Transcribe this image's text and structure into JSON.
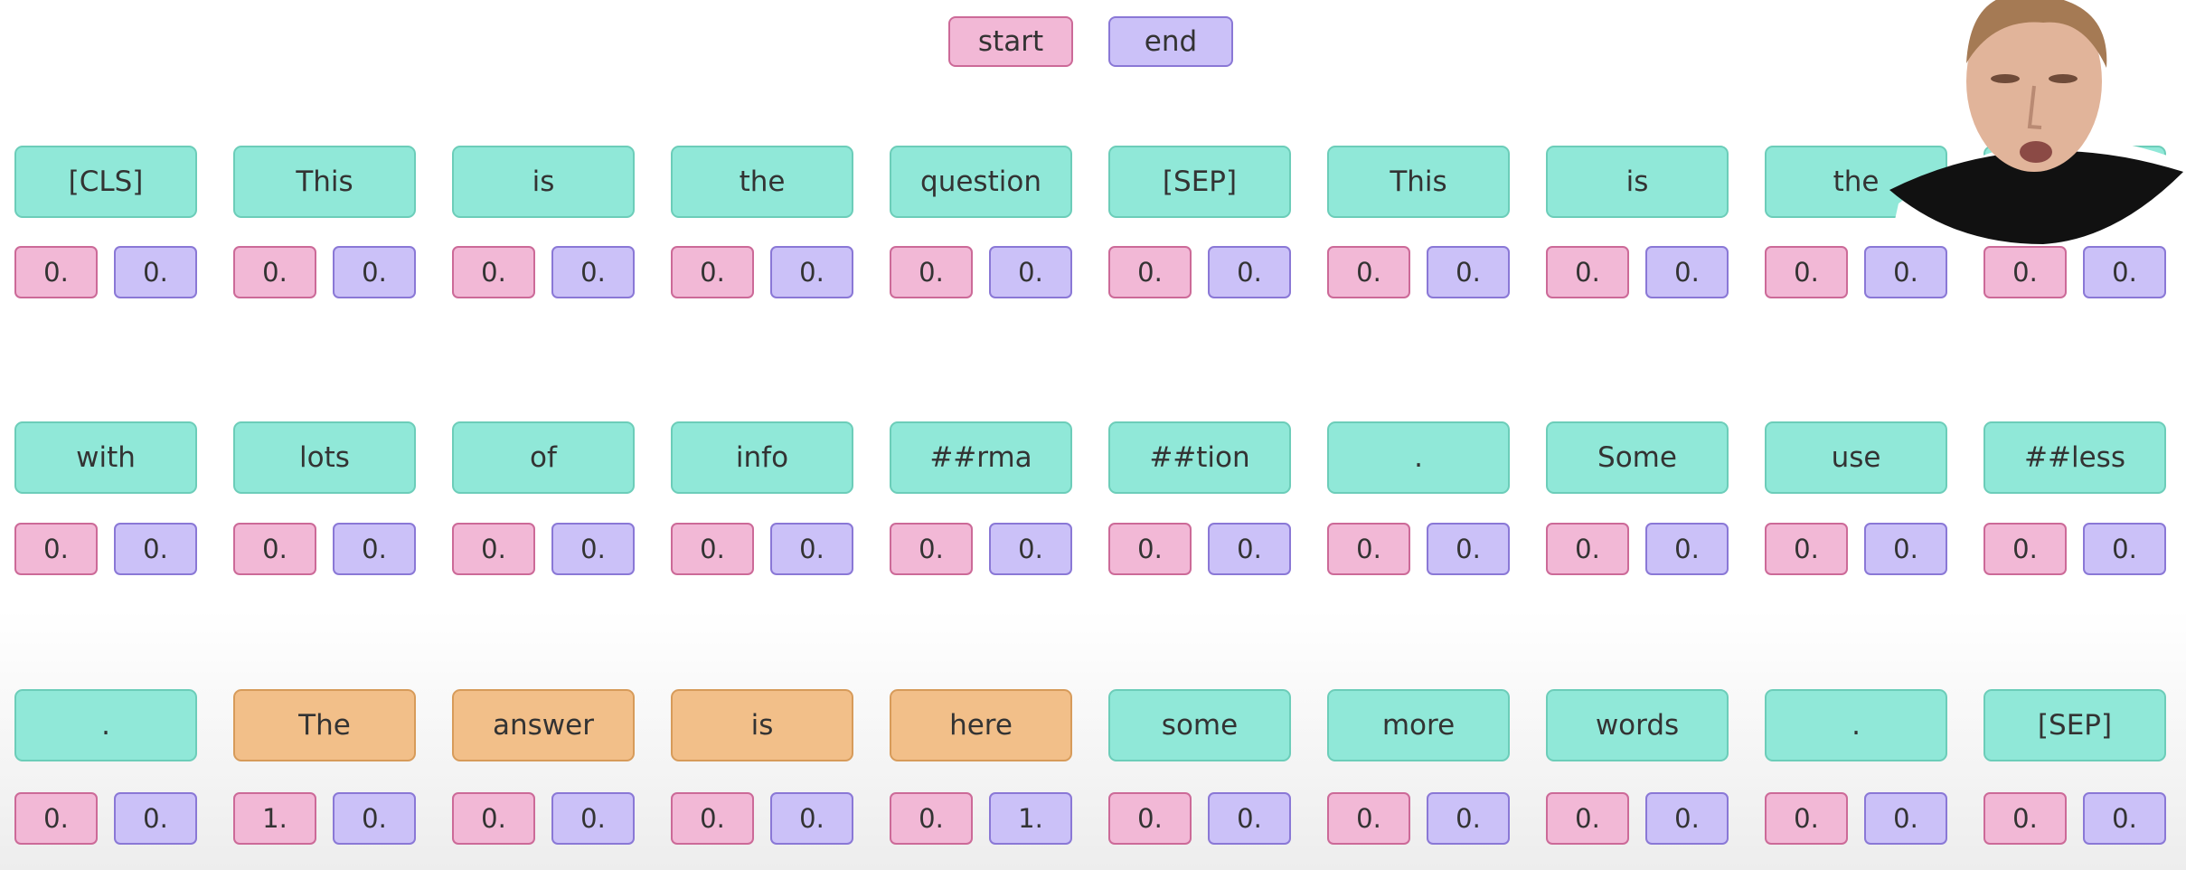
{
  "legend": {
    "start_label": "start",
    "end_label": "end"
  },
  "colors": {
    "token_context": "#90e8d8",
    "token_answer": "#f2bf89",
    "start_prob": "#f2b8d6",
    "end_prob": "#cbc1f8"
  },
  "rows": [
    {
      "tokens": [
        {
          "text": "[CLS]",
          "kind": "context",
          "start": "0.",
          "end": "0."
        },
        {
          "text": "This",
          "kind": "context",
          "start": "0.",
          "end": "0."
        },
        {
          "text": "is",
          "kind": "context",
          "start": "0.",
          "end": "0."
        },
        {
          "text": "the",
          "kind": "context",
          "start": "0.",
          "end": "0."
        },
        {
          "text": "question",
          "kind": "context",
          "start": "0.",
          "end": "0."
        },
        {
          "text": "[SEP]",
          "kind": "context",
          "start": "0.",
          "end": "0."
        },
        {
          "text": "This",
          "kind": "context",
          "start": "0.",
          "end": "0."
        },
        {
          "text": "is",
          "kind": "context",
          "start": "0.",
          "end": "0."
        },
        {
          "text": "the",
          "kind": "context",
          "start": "0.",
          "end": "0."
        },
        {
          "text": "",
          "kind": "context",
          "start": "0.",
          "end": "0."
        }
      ]
    },
    {
      "tokens": [
        {
          "text": "with",
          "kind": "context",
          "start": "0.",
          "end": "0."
        },
        {
          "text": "lots",
          "kind": "context",
          "start": "0.",
          "end": "0."
        },
        {
          "text": "of",
          "kind": "context",
          "start": "0.",
          "end": "0."
        },
        {
          "text": "info",
          "kind": "context",
          "start": "0.",
          "end": "0."
        },
        {
          "text": "##rma",
          "kind": "context",
          "start": "0.",
          "end": "0."
        },
        {
          "text": "##tion",
          "kind": "context",
          "start": "0.",
          "end": "0."
        },
        {
          "text": ".",
          "kind": "context",
          "start": "0.",
          "end": "0."
        },
        {
          "text": "Some",
          "kind": "context",
          "start": "0.",
          "end": "0."
        },
        {
          "text": "use",
          "kind": "context",
          "start": "0.",
          "end": "0."
        },
        {
          "text": "##less",
          "kind": "context",
          "start": "0.",
          "end": "0."
        }
      ]
    },
    {
      "tokens": [
        {
          "text": ".",
          "kind": "context",
          "start": "0.",
          "end": "0."
        },
        {
          "text": "The",
          "kind": "answer",
          "start": "1.",
          "end": "0."
        },
        {
          "text": "answer",
          "kind": "answer",
          "start": "0.",
          "end": "0."
        },
        {
          "text": "is",
          "kind": "answer",
          "start": "0.",
          "end": "0."
        },
        {
          "text": "here",
          "kind": "answer",
          "start": "0.",
          "end": "1."
        },
        {
          "text": "some",
          "kind": "context",
          "start": "0.",
          "end": "0."
        },
        {
          "text": "more",
          "kind": "context",
          "start": "0.",
          "end": "0."
        },
        {
          "text": "words",
          "kind": "context",
          "start": "0.",
          "end": "0."
        },
        {
          "text": ".",
          "kind": "context",
          "start": "0.",
          "end": "0."
        },
        {
          "text": "[SEP]",
          "kind": "context",
          "start": "0.",
          "end": "0."
        }
      ]
    }
  ]
}
